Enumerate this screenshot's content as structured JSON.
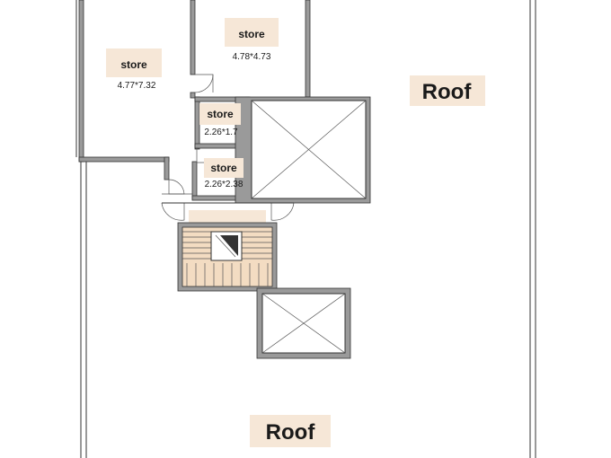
{
  "colors": {
    "label_background": "#f6e7d7",
    "wall": "#9a9a9a",
    "stair_fill": "#f3dcc2",
    "line": "#333333"
  },
  "rooms": [
    {
      "name": "store",
      "dimensions": "4.78*4.73"
    },
    {
      "name": "store",
      "dimensions": "4.77*7.32"
    },
    {
      "name": "store",
      "dimensions": "2.26*1.7"
    },
    {
      "name": "store",
      "dimensions": "2.26*2.38"
    }
  ],
  "roof_labels": [
    "Roof",
    "Roof"
  ]
}
